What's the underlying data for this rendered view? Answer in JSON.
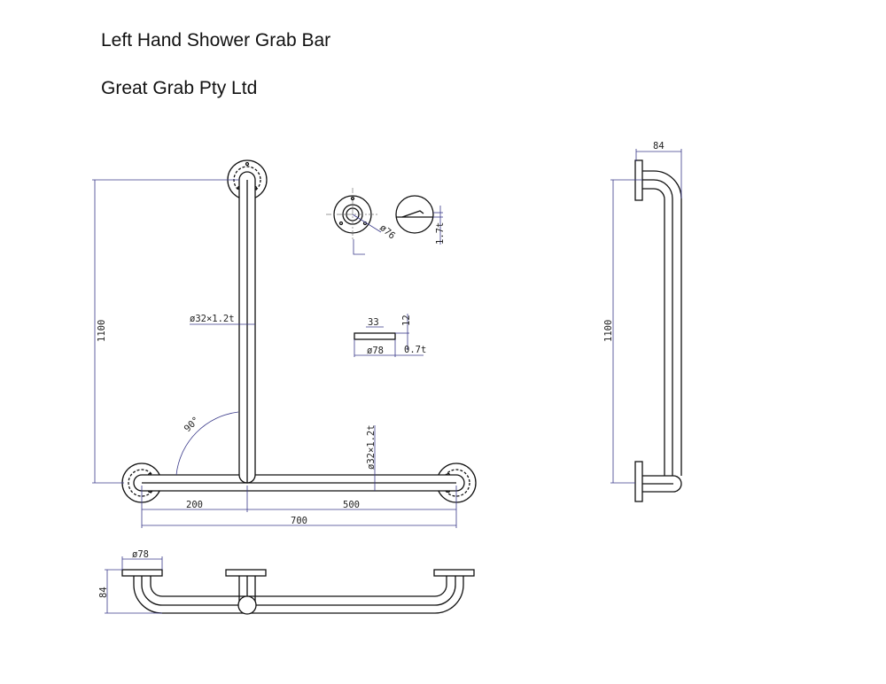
{
  "header": {
    "title": "Left Hand Shower Grab Bar",
    "company": "Great Grab Pty Ltd"
  },
  "front_view": {
    "height_dim": "1100",
    "vertical_tube_dim": "ø32×1.2t",
    "horizontal_tube_dim": "ø32×1.2t",
    "angle": "90°",
    "left_segment": "200",
    "right_segment": "500",
    "total_width": "700"
  },
  "detail": {
    "flange_diameter": "ø76",
    "flange_thickness": "1.7t",
    "cover_inner": "33",
    "cover_height": "12",
    "cover_diameter": "ø78",
    "cover_thickness": "0.7t"
  },
  "side_view": {
    "projection": "84",
    "height_dim": "1100"
  },
  "top_view": {
    "flange_diameter": "ø78",
    "projection": "84"
  }
}
